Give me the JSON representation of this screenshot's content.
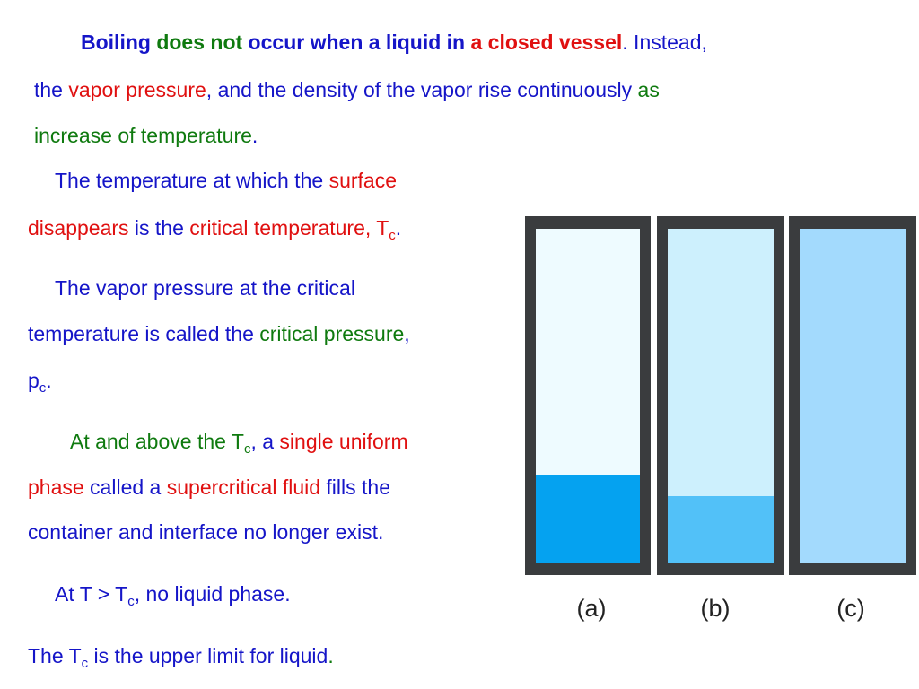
{
  "para1": {
    "l1_a": "Boiling",
    "l1_b": " does not",
    "l1_c": " occur when a liquid in ",
    "l1_d": "a closed vessel",
    "l1_e": ". Instead,",
    "l2_a": "the ",
    "l2_b": "vapor pressure",
    "l2_c": ", and the density of the vapor rise continuously ",
    "l2_d": "as",
    "l3_a": "increase of temperature",
    "l3_b": "."
  },
  "para2": {
    "l1_a": "The temperature at which the ",
    "l1_b": "surface",
    "l2_a": "disappears",
    "l2_b": " is the ",
    "l2_c": "critical temperature, T",
    "l2_sub": "c",
    "l2_d": "."
  },
  "para3": {
    "l1_a": "The vapor pressure at the critical",
    "l2_a": "temperature is called the ",
    "l2_b": "critical pressure",
    "l2_c": ",",
    "l3_a": "p",
    "l3_sub": "c",
    "l3_b": "."
  },
  "para4": {
    "l1_a": "At and above the T",
    "l1_sub": "c",
    "l1_b": ", a ",
    "l1_c": "single uniform",
    "l2_a": "phase",
    "l2_b": " called a ",
    "l2_c": "supercritical fluid",
    "l2_d": " fills the",
    "l3_a": "container and interface no longer exist."
  },
  "para5": {
    "a": "At T > T",
    "sub": "c",
    "b": ", no liquid phase."
  },
  "para6": {
    "a": "The T",
    "sub": "c",
    "b": " is the upper limit for liquid",
    "c": "."
  },
  "figure": {
    "captions": [
      "(a)",
      "(b)",
      "(c)"
    ],
    "liquid_fraction": [
      0.26,
      0.2,
      1.0
    ],
    "colors": {
      "vessel_frame": "#3a3c3e",
      "vapor_a": "#eefbff",
      "liquid_a": "#05a2f0",
      "vapor_b": "#cdf0fd",
      "liquid_b": "#52c1f8",
      "fluid_c": "#a3dafd"
    }
  }
}
